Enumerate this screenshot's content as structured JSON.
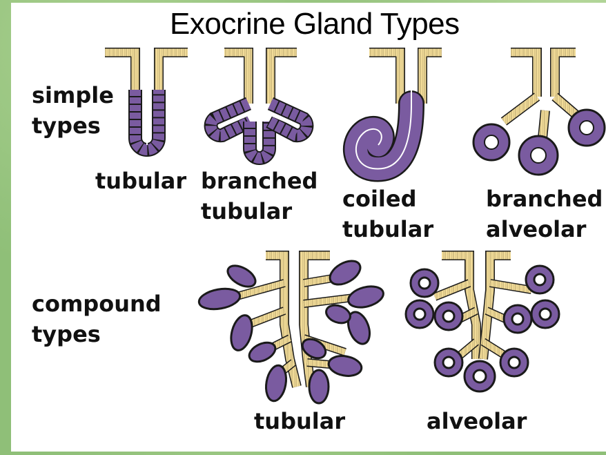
{
  "title": "Exocrine Gland Types",
  "groups": {
    "simple": "simple\ntypes",
    "compound": "compound\ntypes"
  },
  "simple_glands": [
    {
      "label": "tubular"
    },
    {
      "label": "branched\ntubular"
    },
    {
      "label": "coiled\ntubular"
    },
    {
      "label": "branched\nalveolar"
    }
  ],
  "compound_glands": [
    {
      "label": "tubular"
    },
    {
      "label": "alveolar"
    }
  ],
  "colors": {
    "duct": "#f2dc98",
    "secretory": "#7a5ba0",
    "outline": "#1a1a1a",
    "background": "#8fbf78"
  }
}
